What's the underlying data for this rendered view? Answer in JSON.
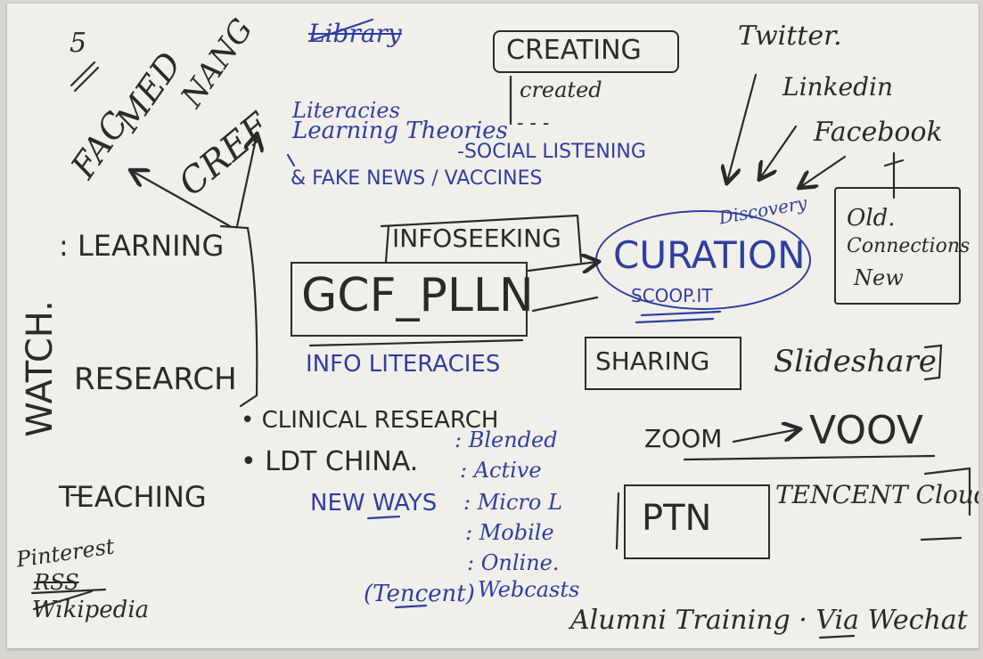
{
  "sheet": {
    "top_left": {
      "five": "5",
      "fac": "FAC",
      "med": "MED",
      "nang": "NANG",
      "cref": "CREF",
      "literacy_crossed": "Library",
      "literacies": "Literacies",
      "learning_theories": "Learning Theories",
      "social_listening": "-SOCIAL LISTENING",
      "fake_news": "& FAKE NEWS / VACCINES"
    },
    "left_column": {
      "watch": "WATCH.",
      "learning": ": LEARNING",
      "research": "RESEARCH",
      "teaching": "TEACHING"
    },
    "center": {
      "creating": "CREATING",
      "created": "created",
      "dots": "- - -",
      "infoseeking": "INFOSEEKING",
      "gcfplln": "GCF_PLLN",
      "info_literacies": "INFO LITERACIES",
      "sharing": "SHARING",
      "clinical_research": "• CLINICAL RESEARCH",
      "ldt_china": "• LDT CHINA.",
      "new_ways": "NEW WAYS",
      "blended": ": Blended",
      "active": ": Active",
      "micro": ": Micro L",
      "mobile": ": Mobile",
      "online": ": Online.",
      "webcasts": "Webcasts",
      "tencent": "(Tencent)"
    },
    "right_column": {
      "twitter": "Twitter.",
      "linkedin": "Linkedin",
      "facebook": "Facebook",
      "discovery": "Discovery",
      "curation": "CURATION",
      "scoopit": "SCOOP.IT",
      "old": "Old.",
      "connections": "Connections",
      "new": "New",
      "slideshare": "Slideshare",
      "zoom": "ZOOM",
      "voov": "VOOV",
      "ptn": "PTN",
      "tencent_cloud": "TENCENT Cloud",
      "alumni": "Alumni Training · Via Wechat"
    },
    "bottom_left": {
      "pinterest": "Pinterest",
      "rss": "RSS",
      "wikipedia": "Wikipedia"
    },
    "colors": {
      "ink_black": "#2a2a2a",
      "ink_blue": "#2d3f9e",
      "paper": "#f1efea"
    }
  }
}
